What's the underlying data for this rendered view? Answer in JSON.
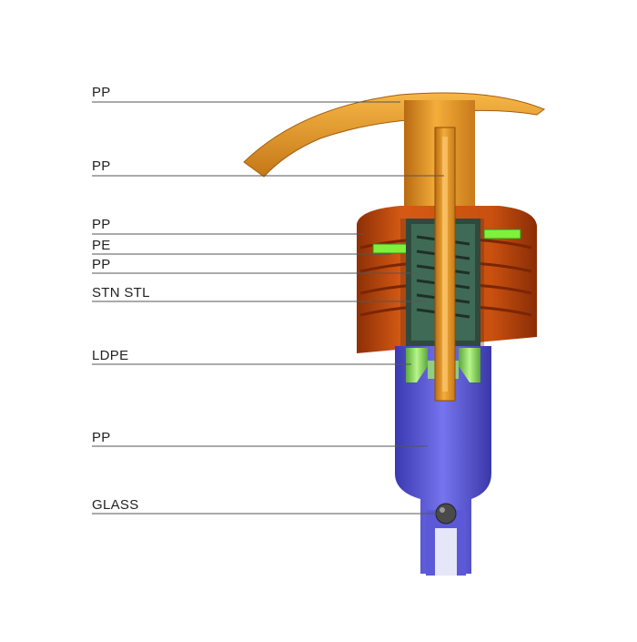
{
  "diagram": {
    "labels": [
      {
        "id": "actuator",
        "text": "PP"
      },
      {
        "id": "stem",
        "text": "PP"
      },
      {
        "id": "closure",
        "text": "PP"
      },
      {
        "id": "gasket",
        "text": "PE"
      },
      {
        "id": "piston",
        "text": "PP"
      },
      {
        "id": "spring",
        "text": "STN STL"
      },
      {
        "id": "valve",
        "text": "LDPE"
      },
      {
        "id": "housing",
        "text": "PP"
      },
      {
        "id": "ball",
        "text": "GLASS"
      }
    ]
  },
  "colors": {
    "actuator": "#f0a22a",
    "closure": "#c2460c",
    "gasket": "#7ff03c",
    "housing": "#6a68e6",
    "valve": "#9be86a",
    "spring": "#3b5a4a",
    "ball": "#4a4a4a",
    "leader": "#555555"
  }
}
